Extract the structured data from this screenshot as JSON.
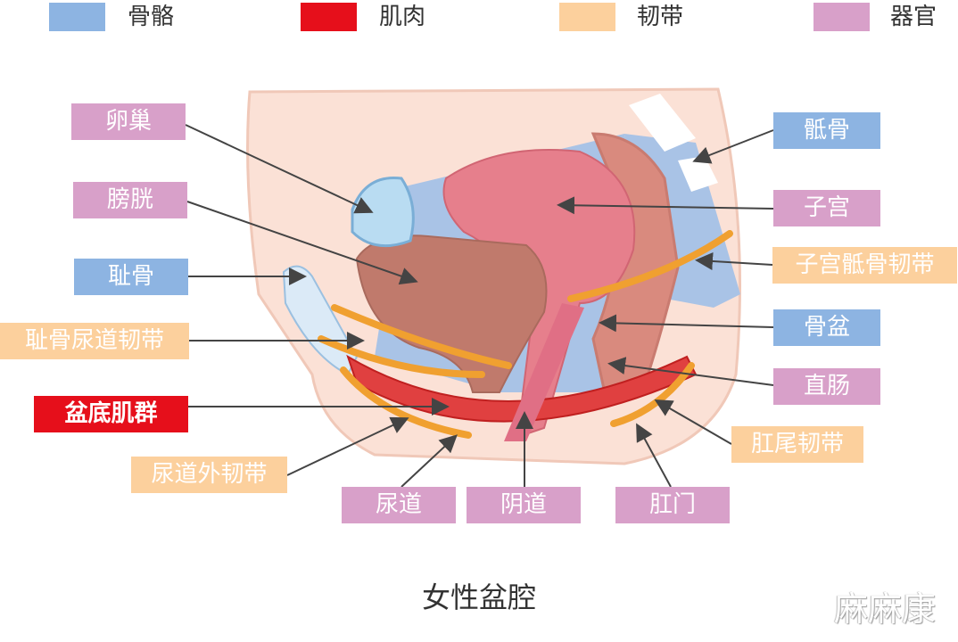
{
  "colors": {
    "bone": "#8db4e2",
    "muscle": "#e60f1b",
    "ligament": "#fcd09d",
    "organ": "#d8a0c9"
  },
  "legend": [
    {
      "label": "骨骼"
    },
    {
      "label": "肌肉"
    },
    {
      "label": "韧带"
    },
    {
      "label": "器官"
    }
  ],
  "labels": {
    "ovary": "卵巢",
    "bladder": "膀胱",
    "pubis": "耻骨",
    "pubourethral": "耻骨尿道韧带",
    "pelvic_floor": "盆底肌群",
    "ext_urethral": "尿道外韧带",
    "urethra": "尿道",
    "vagina": "阴道",
    "anus": "肛门",
    "anococcygeal": "肛尾韧带",
    "rectum": "直肠",
    "pelvis": "骨盆",
    "uterosacral": "子宫骶骨韧带",
    "uterus": "子宫",
    "sacrum": "骶骨"
  },
  "title": "女性盆腔",
  "watermark": "麻麻康"
}
